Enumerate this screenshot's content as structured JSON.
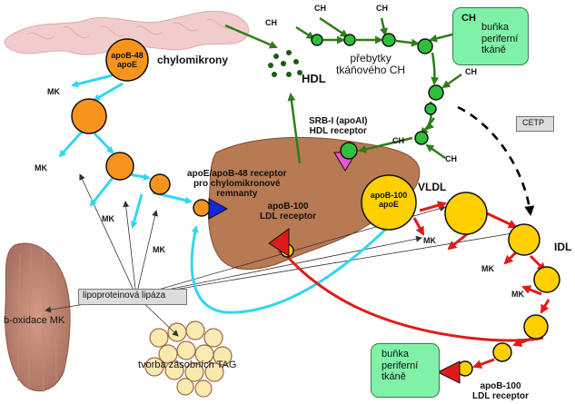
{
  "colors": {
    "cyan": "#33d6ee",
    "green": "#2e7d18",
    "red": "#e01a1a",
    "orange": "#f7941d",
    "yellow": "#ffd000",
    "liver": "#b87a52",
    "tissue_box": "#7ff2a8",
    "dark_green_dot": "#1a5c10",
    "hdl_dot": "#2fbf3a"
  },
  "labels": {
    "chylomikrony": "chylomikrony",
    "apob48_apoe": [
      "apoB-48",
      "apoE"
    ],
    "mk": "MK",
    "ch": "CH",
    "hdl": "HDL",
    "prebytky": [
      "přebytky",
      "tkáňového CH"
    ],
    "bunka_top": [
      "buňka",
      "periferní",
      "tkáně"
    ],
    "srb1": [
      "SRB-I (apoAI)",
      "HDL receptor"
    ],
    "cetp": "CETP",
    "remnant_receptor": [
      "apoE/apoB-48 receptor",
      "pro chylomikronové",
      "remnanty"
    ],
    "vldl": "VLDL",
    "apob100_apoe": [
      "apoB-100",
      "apoE"
    ],
    "ldl_receptor_liver": [
      "apoB-100",
      "LDL receptor"
    ],
    "idl": "IDL",
    "b_oxidace": "b-oxidace MK",
    "lipoproteinova_lipaza": "lipoproteinová lipáza",
    "tvorba_tag": "tvorba zásobních TAG",
    "bunka_bottom": [
      "buňka",
      "periferní",
      "tkáně"
    ],
    "ldl_receptor_bottom": [
      "apoB-100",
      "LDL receptor"
    ]
  },
  "icons": [
    "intestine-icon",
    "liver-icon",
    "muscle-icon",
    "adipose-tissue-icon",
    "cell-icon"
  ]
}
